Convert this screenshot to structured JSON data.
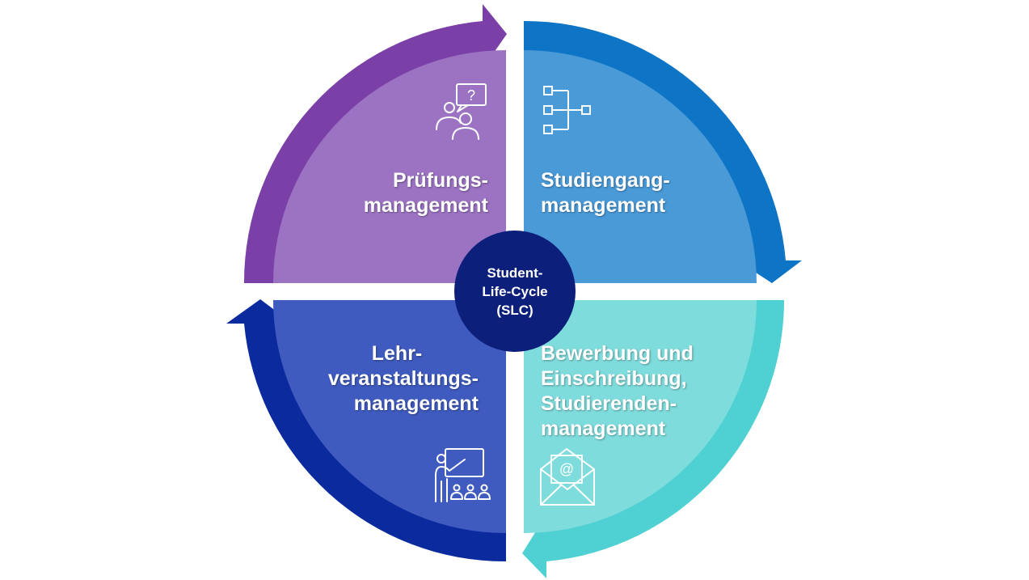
{
  "center": {
    "lines": [
      "Student-",
      "Life-Cycle",
      "(SLC)"
    ]
  },
  "quadrants": [
    {
      "id": "top-left",
      "lines": [
        "Prüfungs-",
        "management"
      ],
      "icon": "presenter-question-icon",
      "fill": "#9b73c2",
      "arrow": "#7b3fa8"
    },
    {
      "id": "top-right",
      "lines": [
        "Studiengang-",
        "management"
      ],
      "icon": "hierarchy-icon",
      "fill": "#4a9ad8",
      "arrow": "#0e75c6"
    },
    {
      "id": "bottom-right",
      "lines": [
        "Bewerbung und",
        "Einschreibung,",
        "Studierenden-",
        "management"
      ],
      "icon": "email-envelope-icon",
      "fill": "#7fdcdc",
      "arrow": "#4fd0d2"
    },
    {
      "id": "bottom-left",
      "lines": [
        "Lehr-",
        "veranstaltungs-",
        "management"
      ],
      "icon": "teacher-whiteboard-icon",
      "fill": "#3f5bbf",
      "arrow": "#0b2a9e"
    }
  ],
  "center_color": "#0c1f7a"
}
